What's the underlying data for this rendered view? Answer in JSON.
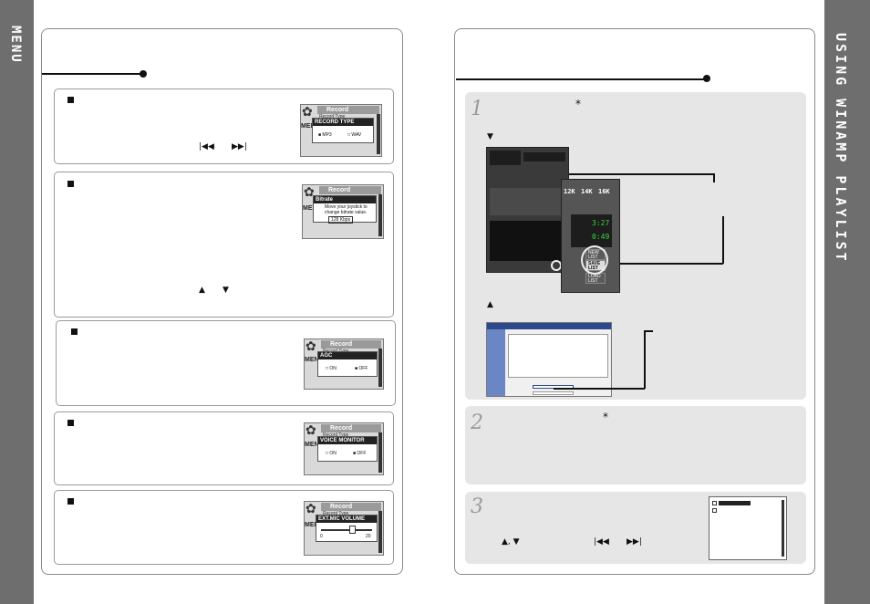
{
  "left_page": {
    "side_title": "MENU",
    "sections": [
      {
        "name": "record-type",
        "lcd": {
          "menu": "MENU",
          "header": "Record",
          "sub": "Record Type",
          "popup_title": "RECORD TYPE",
          "options": [
            "MP3",
            "WAV"
          ],
          "selected": "MP3"
        },
        "glyphs": [
          "|◀◀",
          "▶▶|"
        ]
      },
      {
        "name": "bitrate",
        "lcd": {
          "menu": "MENU",
          "header": "Record",
          "popup_title": "Bitrate",
          "hint": "Move your joystick to change bitrate value.",
          "value": "128 Kbps"
        },
        "glyphs": [
          "▲",
          "▼"
        ]
      },
      {
        "name": "agc",
        "lcd": {
          "menu": "MENU",
          "header": "Record",
          "sub": "Record Type",
          "popup_title": "AGC",
          "options": [
            "ON",
            "OFF"
          ],
          "selected": "OFF"
        }
      },
      {
        "name": "voice-monitor",
        "lcd": {
          "menu": "MENU",
          "header": "Record",
          "sub": "Record Type",
          "popup_title": "VOICE MONITOR",
          "options": [
            "ON",
            "OFF"
          ],
          "selected": "OFF"
        }
      },
      {
        "name": "ext-mic-volume",
        "lcd": {
          "menu": "MENU",
          "header": "Record",
          "sub": "Record Type",
          "popup_title": "EXT.MIC VOLUME",
          "min": "0",
          "max": "20"
        }
      }
    ]
  },
  "right_page": {
    "side_title": "USING WINAMP PLAYLIST",
    "steps": [
      {
        "number": "1",
        "star": "*",
        "down_glyph": "▼",
        "up_glyph": "▲",
        "winamp": {
          "eq_labels": [
            "12K",
            "14K",
            "16K"
          ],
          "time1": "3:27",
          "time2": "0:49",
          "buttons": [
            "NEW LIST",
            "SAVE LIST",
            "LOAD LIST"
          ]
        }
      },
      {
        "number": "2",
        "star": "*"
      },
      {
        "number": "3",
        "glyphs": [
          "▲, ▼",
          "|◀◀",
          "▶▶|"
        ]
      }
    ]
  },
  "colors": {
    "band": "#6e6e6e",
    "step_bg": "#e6e6e6",
    "accent_text": "#ffffff",
    "winamp_green": "#37d43a"
  }
}
